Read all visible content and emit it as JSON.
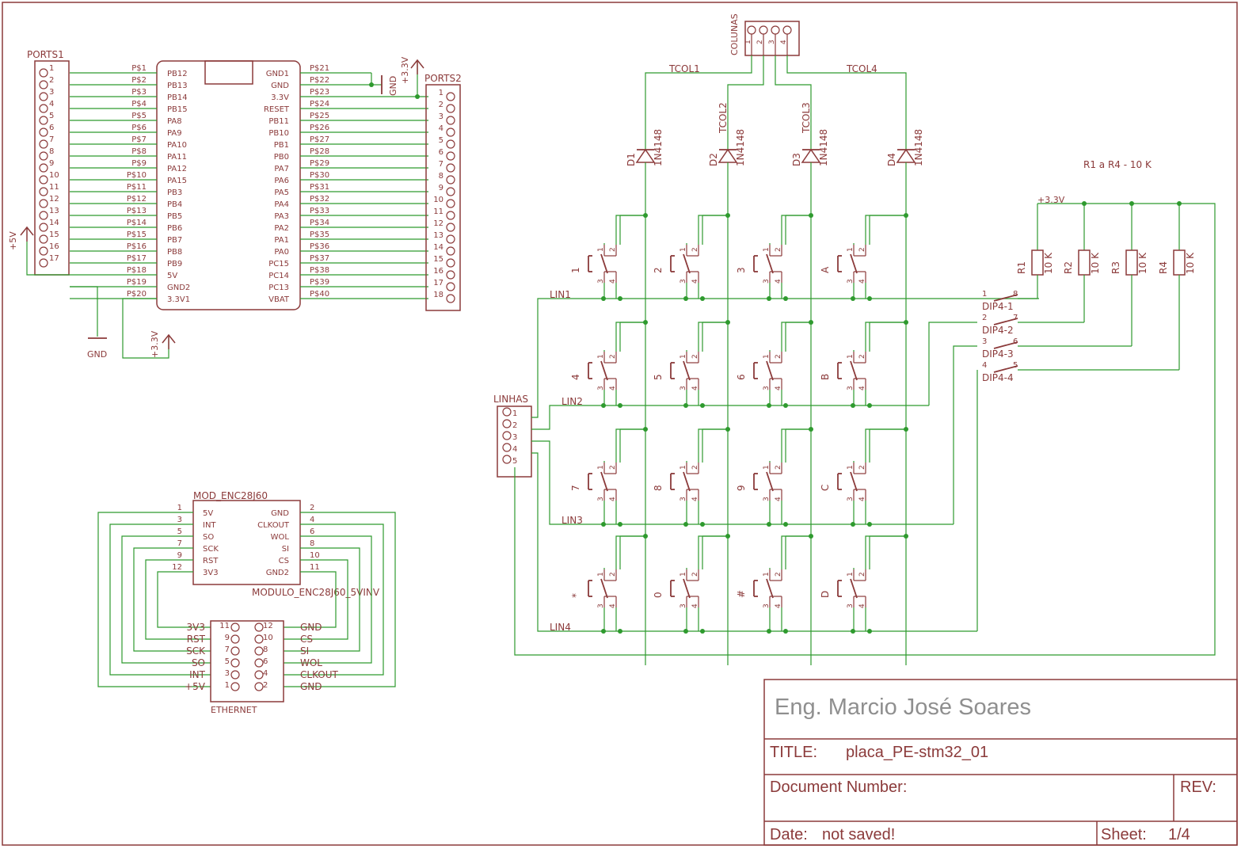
{
  "colors": {
    "symbol": "#8b3a3a",
    "wire": "#2e9a2e",
    "frame": "#8b3a3a",
    "title_text": "#8f8f8f"
  },
  "ports1": {
    "name": "PORTS1",
    "pins": [
      "1",
      "2",
      "3",
      "4",
      "5",
      "6",
      "7",
      "8",
      "9",
      "10",
      "11",
      "12",
      "13",
      "14",
      "15",
      "16",
      "17"
    ]
  },
  "ports2": {
    "name": "PORTS2",
    "pins": [
      "1",
      "2",
      "3",
      "4",
      "5",
      "6",
      "7",
      "8",
      "9",
      "10",
      "11",
      "12",
      "13",
      "14",
      "15",
      "16",
      "17",
      "18"
    ]
  },
  "mcu": {
    "left_nets": [
      "P$1",
      "P$2",
      "P$3",
      "P$4",
      "P$5",
      "P$6",
      "P$7",
      "P$8",
      "P$9",
      "P$10",
      "P$11",
      "P$12",
      "P$13",
      "P$14",
      "P$15",
      "P$16",
      "P$17",
      "P$18",
      "P$19",
      "P$20"
    ],
    "left_pins": [
      "PB12",
      "PB13",
      "PB14",
      "PB15",
      "PA8",
      "PA9",
      "PA10",
      "PA11",
      "PA12",
      "PA15",
      "PB3",
      "PB4",
      "PB5",
      "PB6",
      "PB7",
      "PB8",
      "PB9",
      "5V",
      "GND2",
      "3.3V1"
    ],
    "right_pins": [
      "GND1",
      "GND",
      "3.3V",
      "RESET",
      "PB11",
      "PB10",
      "PB1",
      "PB0",
      "PA7",
      "PA6",
      "PA5",
      "PA4",
      "PA3",
      "PA2",
      "PA1",
      "PA0",
      "PC15",
      "PC14",
      "PC13",
      "VBAT"
    ],
    "right_nets": [
      "P$21",
      "P$22",
      "P$23",
      "P$24",
      "P$25",
      "P$26",
      "P$27",
      "P$28",
      "P$29",
      "P$30",
      "P$31",
      "P$32",
      "P$33",
      "P$34",
      "P$35",
      "P$36",
      "P$37",
      "P$38",
      "P$39",
      "P$40"
    ]
  },
  "supplies": {
    "v5": "+5V",
    "v33": "+3.3V",
    "gnd": "GND"
  },
  "enc_module": {
    "name": "MOD_ENC28J60",
    "value": "MODULO_ENC28J60_5VINV",
    "left_nums": [
      "1",
      "3",
      "5",
      "7",
      "9",
      "12"
    ],
    "left_pins": [
      "5V",
      "INT",
      "SO",
      "SCK",
      "RST",
      "3V3"
    ],
    "right_pins": [
      "GND",
      "CLKOUT",
      "WOL",
      "SI",
      "CS",
      "GND2"
    ],
    "right_nums": [
      "2",
      "4",
      "6",
      "8",
      "10",
      "11"
    ]
  },
  "ethernet": {
    "name": "ETHERNET",
    "left_labels": [
      "3V3",
      "RST",
      "SCK",
      "SO",
      "INT",
      "+5V"
    ],
    "left_nums": [
      "11",
      "9",
      "7",
      "5",
      "3",
      "1"
    ],
    "right_nums": [
      "12",
      "10",
      "8",
      "6",
      "4",
      "2"
    ],
    "right_labels": [
      "GND",
      "CS",
      "SI",
      "WOL",
      "CLKOUT",
      "GND"
    ]
  },
  "colunas": {
    "name": "COLUNAS",
    "pins": [
      "1",
      "2",
      "3",
      "4"
    ]
  },
  "linhas": {
    "name": "LINHAS",
    "pins": [
      "1",
      "2",
      "3",
      "4",
      "5"
    ]
  },
  "col_nets": [
    "TCOL1",
    "TCOL2",
    "TCOL3",
    "TCOL4"
  ],
  "row_nets": [
    "LIN1",
    "LIN2",
    "LIN3",
    "LIN4"
  ],
  "diodes": {
    "names": [
      "D1",
      "D2",
      "D3",
      "D4"
    ],
    "value": "1N4148"
  },
  "keys": [
    [
      "1",
      "2",
      "3",
      "A"
    ],
    [
      "4",
      "5",
      "6",
      "B"
    ],
    [
      "7",
      "8",
      "9",
      "C"
    ],
    [
      "*",
      "0",
      "#",
      "D"
    ]
  ],
  "switch_pins": [
    "1",
    "2",
    "3",
    "4"
  ],
  "resistors": {
    "note": "R1 a R4 - 10 K",
    "names": [
      "R1",
      "R2",
      "R3",
      "R4"
    ],
    "value": "10 K"
  },
  "dip": {
    "names": [
      "DIP4-1",
      "DIP4-2",
      "DIP4-3",
      "DIP4-4"
    ],
    "left": [
      "1",
      "2",
      "3",
      "4"
    ],
    "right": [
      "8",
      "7",
      "6",
      "5"
    ]
  },
  "title_block": {
    "author": "Eng. Marcio José Soares",
    "title_label": "TITLE:",
    "title_value": "placa_PE-stm32_01",
    "docnum_label": "Document Number:",
    "rev_label": "REV:",
    "date_label": "Date:",
    "date_value": "not saved!",
    "sheet_label": "Sheet:",
    "sheet_value": "1/4"
  }
}
